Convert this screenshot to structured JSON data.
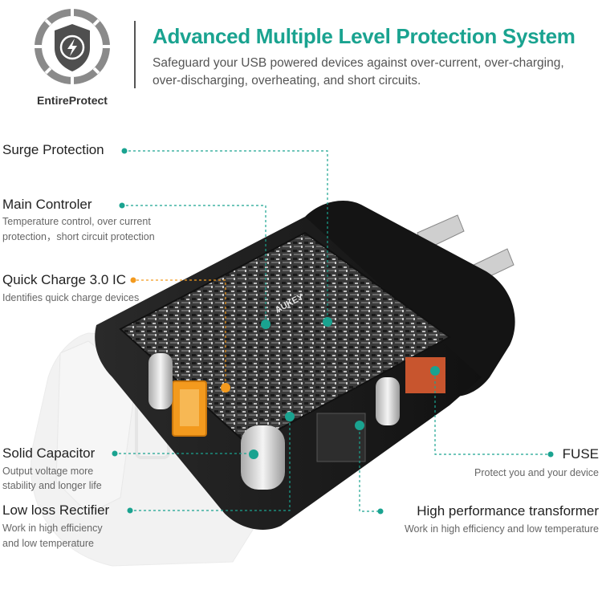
{
  "header": {
    "badge_label": "EntireProtect",
    "title": "Advanced Multiple Level Protection System",
    "subtitle": "Safeguard your USB powered devices against over-current, over-charging, over-discharging, overheating, and short circuits."
  },
  "callouts": {
    "surge": {
      "title": "Surge Protection"
    },
    "main_controller": {
      "title": "Main Controler",
      "desc_line1": "Temperature control, over current",
      "desc_line2": "protection，short circuit protection"
    },
    "quick_charge": {
      "title": "Quick Charge 3.0 IC",
      "desc": "Identifies quick charge devices"
    },
    "capacitor": {
      "title": "Solid Capacitor",
      "desc_line1": "Output voltage more",
      "desc_line2": "stability and longer life"
    },
    "rectifier": {
      "title": "Low loss  Rectifier",
      "desc_line1": "Work in high efficiency",
      "desc_line2": "and low temperature"
    },
    "fuse": {
      "title": "FUSE",
      "desc": "Protect you and your device"
    },
    "transformer": {
      "title": "High performance transformer",
      "desc": "Work in high efficiency and low temperature"
    }
  },
  "board_logo": "AUKEY",
  "colors": {
    "accent": "#1aa390",
    "orange": "#f39a1e",
    "fuse": "#c8552e",
    "body": "#1b1b1b"
  },
  "icons": {
    "badge": "shield-lightning-icon"
  }
}
